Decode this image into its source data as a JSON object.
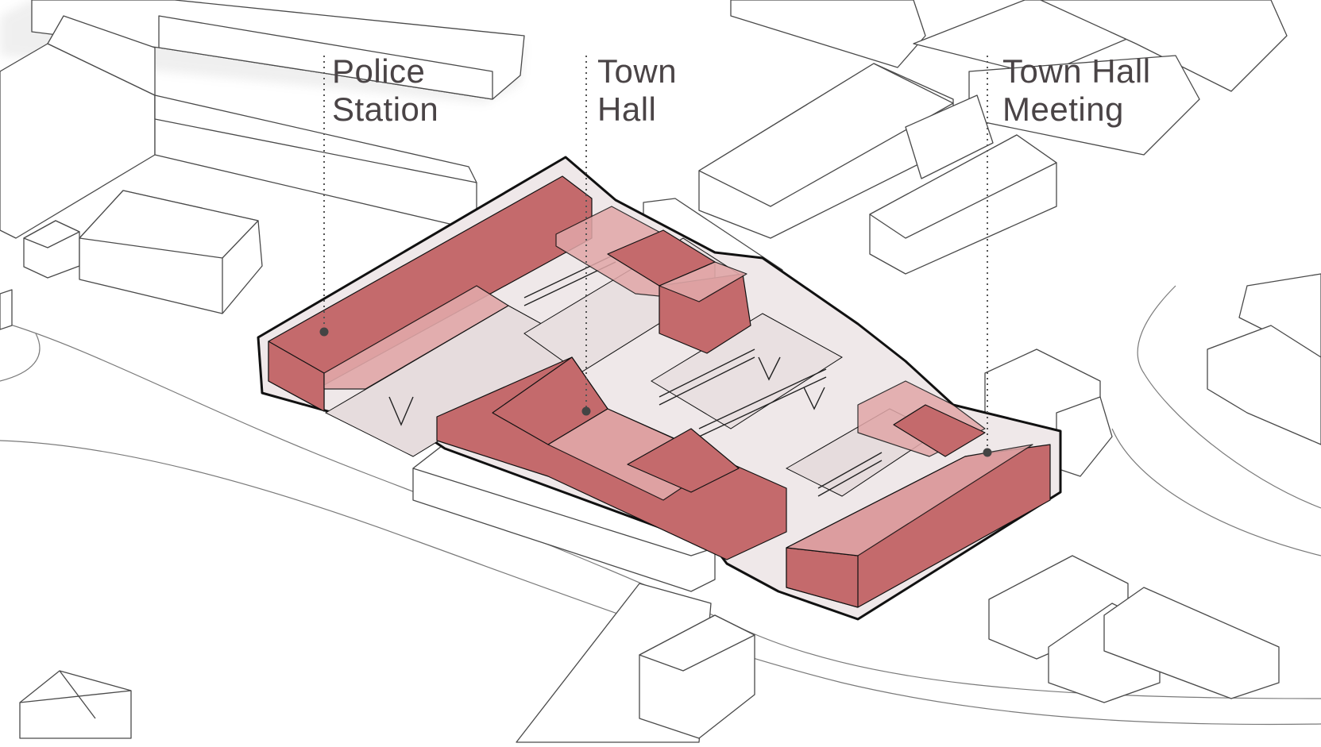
{
  "diagram": {
    "labels": {
      "police_station": [
        "Police",
        "Station"
      ],
      "town_hall": [
        "Town",
        "Hall"
      ],
      "town_hall_meeting": [
        "Town Hall",
        "Meeting"
      ]
    },
    "colors": {
      "highlight": "#c46a6c",
      "highlight_light": "#e1a7a8",
      "glass": "#ebe3e4",
      "context_building": "#ffffff",
      "line": "#111111",
      "text": "#4a4446"
    }
  }
}
